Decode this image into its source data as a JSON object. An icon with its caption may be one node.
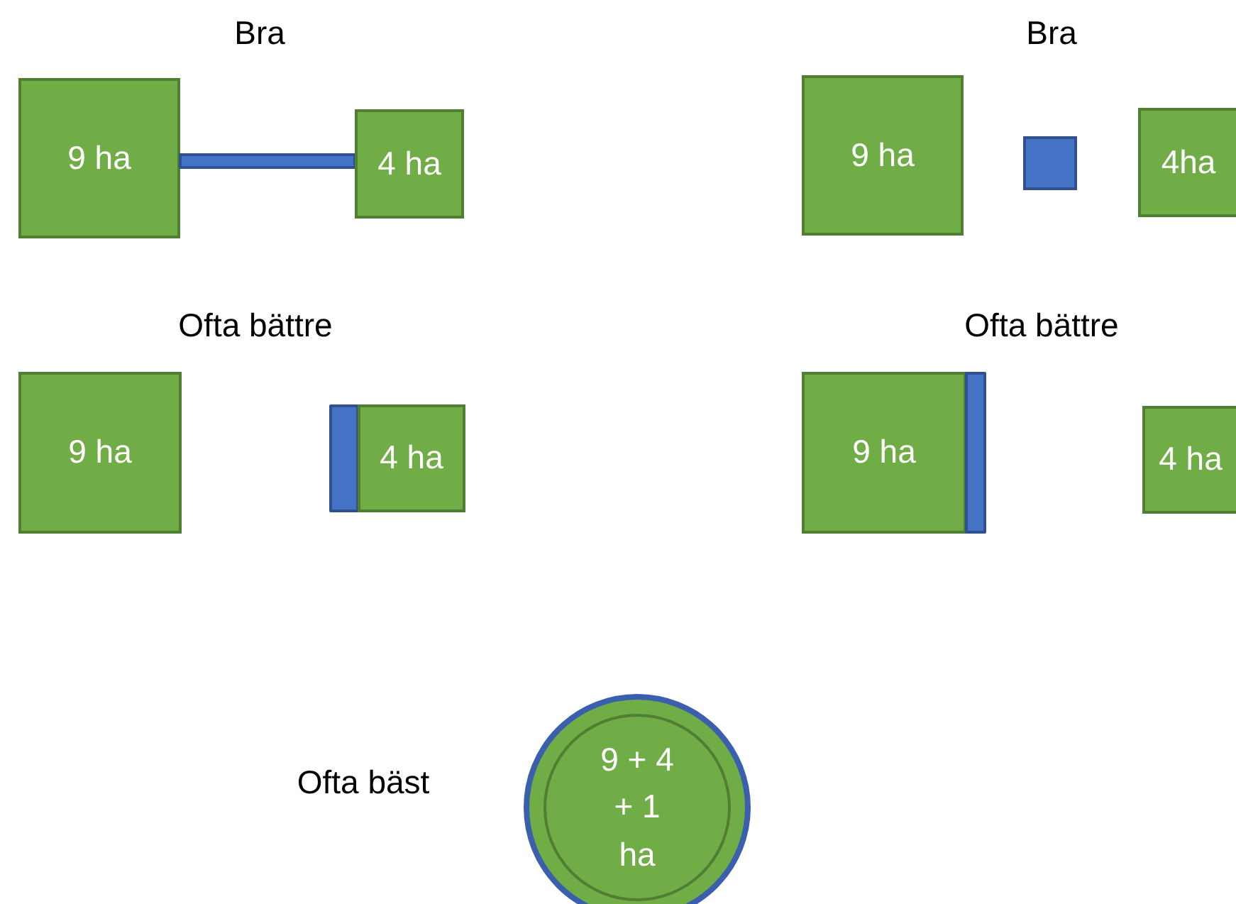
{
  "diagram": {
    "nodes": [
      {
        "text": [
          "9 ha"
        ]
      },
      {
        "text": [],
        "shape": "bar"
      },
      {
        "text": [
          "4 ha"
        ]
      },
      {
        "text": [
          "9 ha"
        ]
      },
      {
        "text": [],
        "shape": "box"
      },
      {
        "text": [
          "4ha"
        ]
      },
      {
        "text": [
          "9 ha"
        ]
      },
      {
        "text": [],
        "shape": "bar"
      },
      {
        "text": [
          "4 ha"
        ]
      },
      {
        "text": [
          "9 ha"
        ]
      },
      {
        "text": [],
        "shape": "bar"
      },
      {
        "text": [
          "4 ha"
        ]
      },
      {
        "text": [
          "9 + 4 + 1 ha"
        ]
      }
    ],
    "labels": [
      "Bra",
      "Bra",
      "Ofta bättre",
      "Ofta bättre",
      "Ofta bäst"
    ]
  }
}
